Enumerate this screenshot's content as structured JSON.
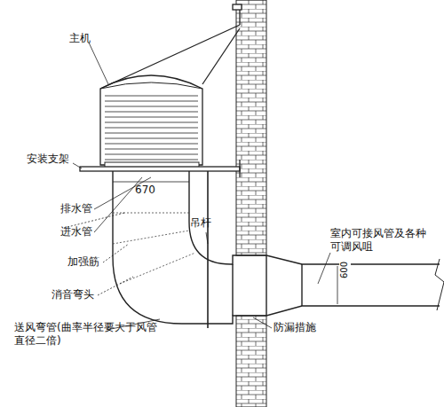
{
  "diagram": {
    "labels": [
      "主机",
      "安装支架",
      "670",
      "排水管",
      "进水管",
      "吊杆",
      "加强筋",
      "消音弯头",
      "室内可接风管及各种可调风咀",
      "600",
      "防漏措施",
      "送风弯管(曲率半径要大于风管直径二倍)"
    ]
  }
}
